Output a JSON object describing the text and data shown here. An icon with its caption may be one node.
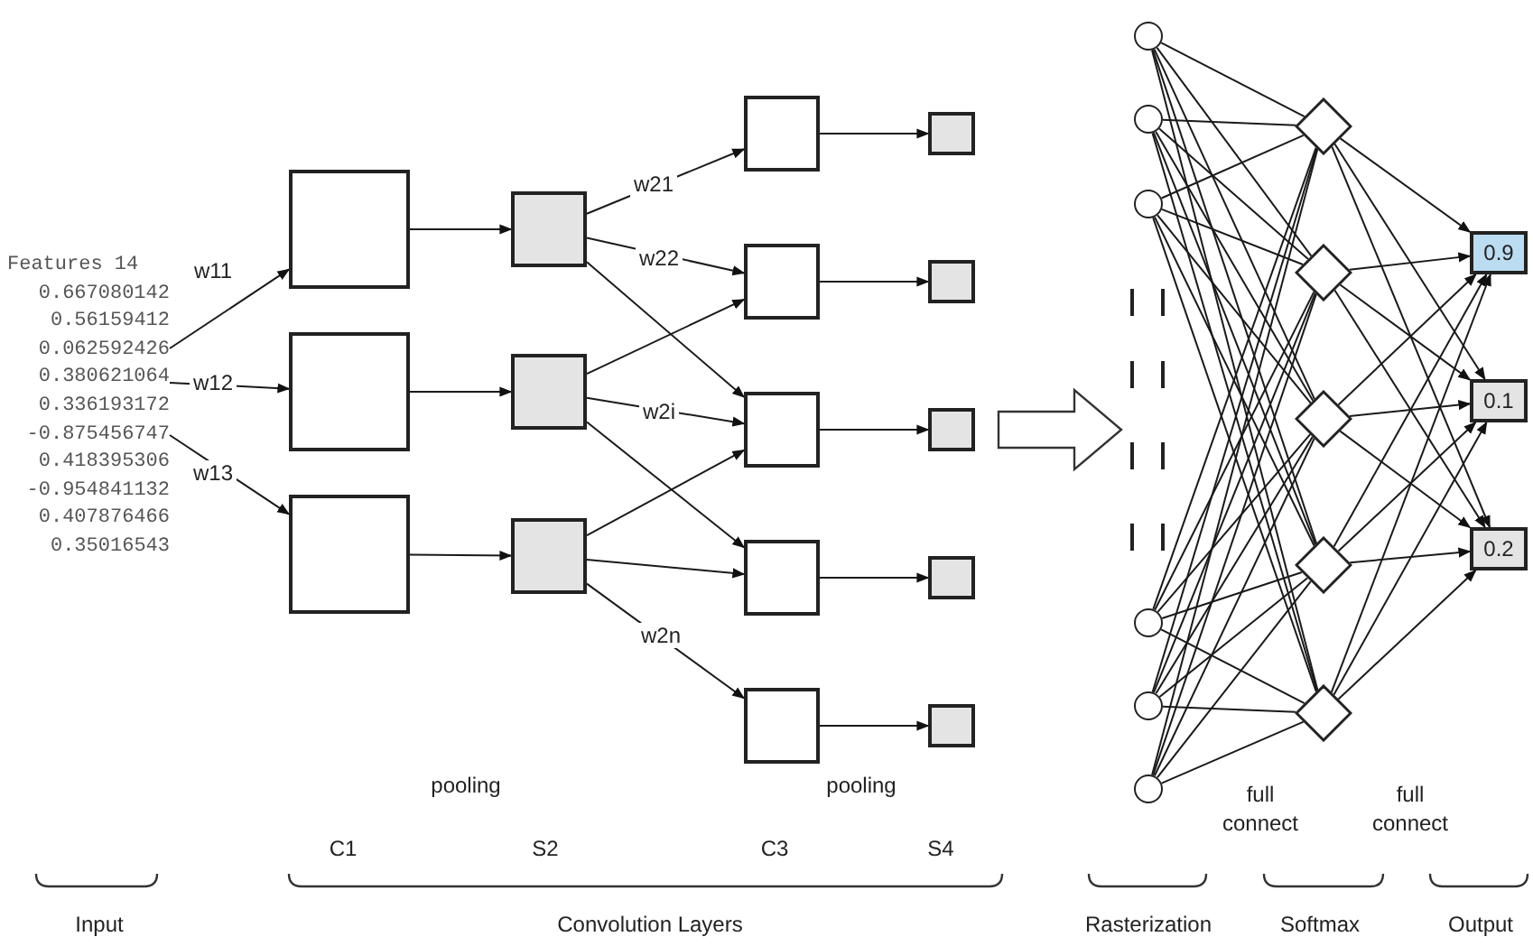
{
  "diagram": {
    "nodes": [
      {
        "text": [
          "Features 14",
          "0.667080142",
          "0.56159412",
          "0.062592426",
          "0.380621064",
          "0.336193172",
          "-0.875456747",
          "0.418395306",
          "-0.954841132",
          "0.407876466",
          "0.35016543"
        ]
      },
      {
        "text": [],
        "shape": "box"
      },
      {
        "text": [],
        "shape": "box"
      },
      {
        "text": [],
        "shape": "box"
      },
      {
        "text": [],
        "shape": "box"
      },
      {
        "text": [],
        "shape": "box"
      },
      {
        "text": [],
        "shape": "box"
      },
      {
        "text": [],
        "shape": "box"
      },
      {
        "text": [],
        "shape": "box"
      },
      {
        "text": [],
        "shape": "box"
      },
      {
        "text": [],
        "shape": "box"
      },
      {
        "text": [],
        "shape": "box"
      },
      {
        "text": [],
        "shape": "box"
      },
      {
        "text": [],
        "shape": "box"
      },
      {
        "text": [],
        "shape": "box"
      },
      {
        "text": [],
        "shape": "box"
      },
      {
        "text": [],
        "shape": "box"
      },
      {
        "text": [],
        "shape": "circle"
      },
      {
        "text": [],
        "shape": "circle"
      },
      {
        "text": [],
        "shape": "circle"
      },
      {
        "text": [],
        "shape": "circle"
      },
      {
        "text": [],
        "shape": "circle"
      },
      {
        "text": [],
        "shape": "circle"
      },
      {
        "text": [],
        "shape": "diamond"
      },
      {
        "text": [],
        "shape": "diamond"
      },
      {
        "text": [],
        "shape": "diamond"
      },
      {
        "text": [],
        "shape": "diamond"
      },
      {
        "text": [],
        "shape": "diamond"
      },
      {
        "text": [
          "0.9"
        ]
      },
      {
        "text": [
          "0.1"
        ]
      },
      {
        "text": [
          "0.2"
        ]
      }
    ],
    "edges": [
      {
        "from": 0,
        "to": 1,
        "arrow": "to",
        "label": "w11"
      },
      {
        "from": 0,
        "to": 2,
        "arrow": "to",
        "label": "w12"
      },
      {
        "from": 0,
        "to": 3,
        "arrow": "to",
        "label": "w13"
      },
      {
        "from": 1,
        "to": 4,
        "arrow": "to"
      },
      {
        "from": 2,
        "to": 5,
        "arrow": "to"
      },
      {
        "from": 3,
        "to": 6,
        "arrow": "to"
      },
      {
        "from": 4,
        "to": 7,
        "arrow": "to",
        "label": "w21"
      },
      {
        "from": 4,
        "to": 8,
        "arrow": "to",
        "label": "w22"
      },
      {
        "from": 4,
        "to": 9,
        "arrow": "to"
      },
      {
        "from": 5,
        "to": 8,
        "arrow": "to"
      },
      {
        "from": 5,
        "to": 9,
        "arrow": "to",
        "label": "w2i"
      },
      {
        "from": 5,
        "to": 10,
        "arrow": "to"
      },
      {
        "from": 6,
        "to": 9,
        "arrow": "to"
      },
      {
        "from": 6,
        "to": 10,
        "arrow": "to"
      },
      {
        "from": 6,
        "to": 11,
        "arrow": "to",
        "label": "w2n"
      },
      {
        "from": 7,
        "to": 12,
        "arrow": "to"
      },
      {
        "from": 8,
        "to": 13,
        "arrow": "to"
      },
      {
        "from": 9,
        "to": 14,
        "arrow": "to"
      },
      {
        "from": 10,
        "to": 15,
        "arrow": "to"
      },
      {
        "from": 11,
        "to": 16,
        "arrow": "to"
      },
      {
        "from": 17,
        "to": 23,
        "arrow": "none"
      },
      {
        "from": 17,
        "to": 24,
        "arrow": "none"
      },
      {
        "from": 17,
        "to": 25,
        "arrow": "none"
      },
      {
        "from": 17,
        "to": 26,
        "arrow": "none"
      },
      {
        "from": 17,
        "to": 27,
        "arrow": "none"
      },
      {
        "from": 18,
        "to": 23,
        "arrow": "none"
      },
      {
        "from": 18,
        "to": 24,
        "arrow": "none"
      },
      {
        "from": 18,
        "to": 25,
        "arrow": "none"
      },
      {
        "from": 18,
        "to": 26,
        "arrow": "none"
      },
      {
        "from": 18,
        "to": 27,
        "arrow": "none"
      },
      {
        "from": 19,
        "to": 23,
        "arrow": "none"
      },
      {
        "from": 19,
        "to": 24,
        "arrow": "none"
      },
      {
        "from": 19,
        "to": 25,
        "arrow": "none"
      },
      {
        "from": 19,
        "to": 26,
        "arrow": "none"
      },
      {
        "from": 19,
        "to": 27,
        "arrow": "none"
      },
      {
        "from": 20,
        "to": 23,
        "arrow": "none"
      },
      {
        "from": 20,
        "to": 24,
        "arrow": "none"
      },
      {
        "from": 20,
        "to": 25,
        "arrow": "none"
      },
      {
        "from": 20,
        "to": 26,
        "arrow": "none"
      },
      {
        "from": 20,
        "to": 27,
        "arrow": "none"
      },
      {
        "from": 21,
        "to": 23,
        "arrow": "none"
      },
      {
        "from": 21,
        "to": 24,
        "arrow": "none"
      },
      {
        "from": 21,
        "to": 25,
        "arrow": "none"
      },
      {
        "from": 21,
        "to": 26,
        "arrow": "none"
      },
      {
        "from": 21,
        "to": 27,
        "arrow": "none"
      },
      {
        "from": 22,
        "to": 23,
        "arrow": "none"
      },
      {
        "from": 22,
        "to": 24,
        "arrow": "none"
      },
      {
        "from": 22,
        "to": 25,
        "arrow": "none"
      },
      {
        "from": 22,
        "to": 26,
        "arrow": "none"
      },
      {
        "from": 22,
        "to": 27,
        "arrow": "none"
      },
      {
        "from": 23,
        "to": 28,
        "arrow": "to"
      },
      {
        "from": 23,
        "to": 29,
        "arrow": "to"
      },
      {
        "from": 23,
        "to": 30,
        "arrow": "to"
      },
      {
        "from": 24,
        "to": 28,
        "arrow": "to"
      },
      {
        "from": 24,
        "to": 29,
        "arrow": "to"
      },
      {
        "from": 24,
        "to": 30,
        "arrow": "to"
      },
      {
        "from": 25,
        "to": 28,
        "arrow": "to"
      },
      {
        "from": 25,
        "to": 29,
        "arrow": "to"
      },
      {
        "from": 25,
        "to": 30,
        "arrow": "to"
      },
      {
        "from": 26,
        "to": 28,
        "arrow": "to"
      },
      {
        "from": 26,
        "to": 29,
        "arrow": "to"
      },
      {
        "from": 26,
        "to": 30,
        "arrow": "to"
      },
      {
        "from": 27,
        "to": 28,
        "arrow": "to"
      },
      {
        "from": 27,
        "to": 29,
        "arrow": "to"
      },
      {
        "from": 27,
        "to": 30,
        "arrow": "to"
      }
    ],
    "labels": [
      "pooling",
      "pooling",
      "C1",
      "S2",
      "C3",
      "S4",
      "full connect",
      "full connect",
      "Input",
      "Convolution Layers",
      "Rasterization",
      "Softmax",
      "Output"
    ]
  }
}
